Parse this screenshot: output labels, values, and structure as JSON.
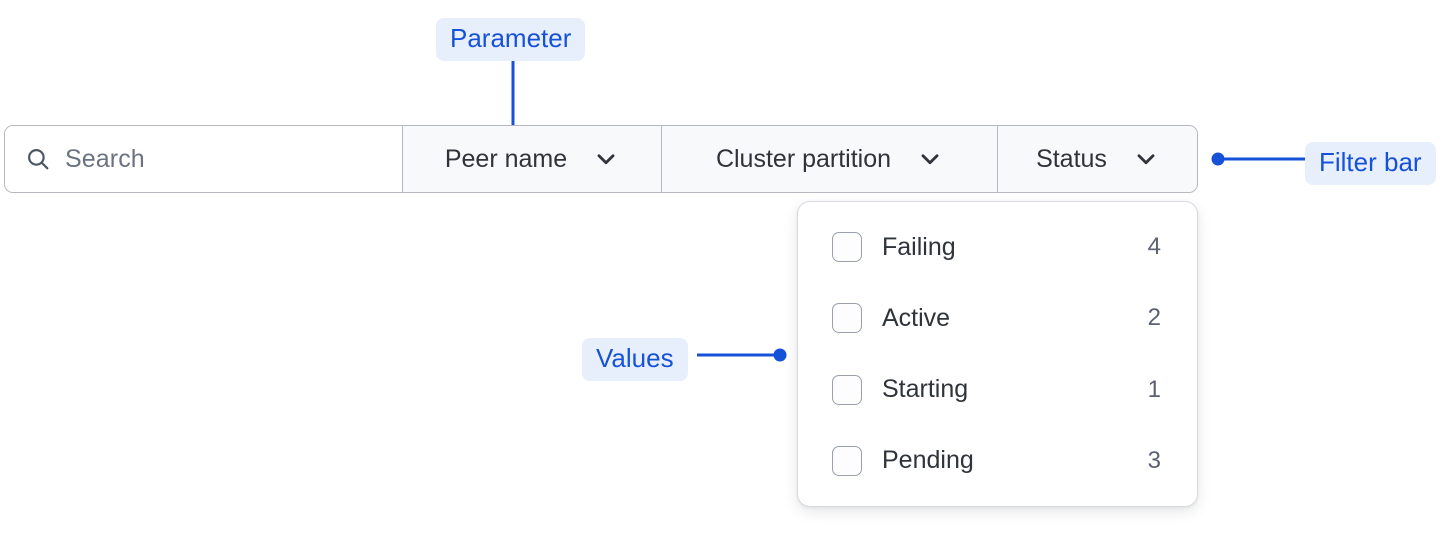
{
  "filter_bar": {
    "search": {
      "icon": "search-icon",
      "placeholder": "Search",
      "value": ""
    },
    "segments": [
      {
        "label": "Peer name",
        "icon": "chevron-down-icon"
      },
      {
        "label": "Cluster partition",
        "icon": "chevron-down-icon"
      },
      {
        "label": "Status",
        "icon": "chevron-down-icon"
      }
    ]
  },
  "dropdown": {
    "open_for": "Status",
    "options": [
      {
        "label": "Failing",
        "count": "4",
        "checked": false
      },
      {
        "label": "Active",
        "count": "2",
        "checked": false
      },
      {
        "label": "Starting",
        "count": "1",
        "checked": false
      },
      {
        "label": "Pending",
        "count": "3",
        "checked": false
      }
    ]
  },
  "annotations": [
    {
      "id": "parameter",
      "label": "Parameter"
    },
    {
      "id": "filter-bar",
      "label": "Filter bar"
    },
    {
      "id": "values",
      "label": "Values"
    }
  ],
  "colors": {
    "annotation_blue": "#1652d8",
    "annotation_pill_bg": "#e8effc",
    "bar_border": "#b5b8bf",
    "segment_bg": "#f8f9fa",
    "panel_border": "#d7dae0",
    "text": "#2f333a",
    "muted_text": "#6b7280"
  }
}
